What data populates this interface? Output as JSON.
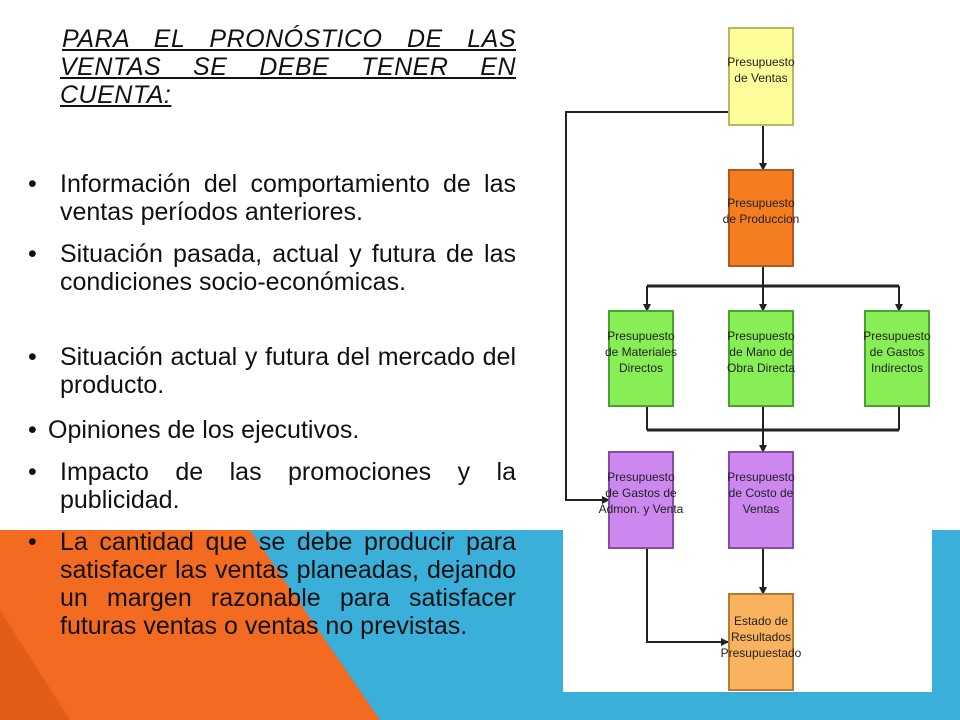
{
  "slide": {
    "heading_lines": [
      "PARA EL PRONÓSTICO DE LAS",
      "VENTAS SE DEBE TENER EN",
      "CUENTA:"
    ],
    "bullet_char": "•",
    "bullets": [
      "Información del comportamiento de las ventas períodos anteriores.",
      "Situación pasada, actual y futura de las condiciones socio-económicas.",
      "Situación actual y futura del mercado del producto.",
      "Opiniones de los ejecutivos.",
      "Impacto de las promociones y la publicidad.",
      "La cantidad que se debe producir para satisfacer las ventas planeadas, dejando un margen razonable para satisfacer futuras ventas o ventas no previstas."
    ]
  },
  "diagram": {
    "nodes": {
      "ventas": [
        "Presupuesto",
        "de Ventas"
      ],
      "produccion": [
        "Presupuesto",
        "de Produccion"
      ],
      "materiales": [
        "Presupuesto",
        "de Materiales",
        "Directos"
      ],
      "mano_obra": [
        "Presupuesto",
        "de Mano de",
        "Obra Directa"
      ],
      "gastos_indirectos": [
        "Presupuesto",
        "de Gastos",
        "Indirectos"
      ],
      "gastos_admon": [
        "Presupuesto",
        "de Gastos de",
        "Admon. y Venta"
      ],
      "costo_ventas": [
        "Presupuesto",
        "de Costo de",
        "Ventas"
      ],
      "estado_resultados": [
        "Estado de",
        "Resultados",
        "Presupuestado"
      ]
    }
  },
  "colors": {
    "orange_accent": "#f26b21",
    "blue_accent": "#3aafd9",
    "yellow_box": "#fdfd99",
    "orange_box": "#f47d20",
    "green_box": "#88ee55",
    "purple_box": "#cc88ee",
    "peach_box": "#f9b25e"
  }
}
